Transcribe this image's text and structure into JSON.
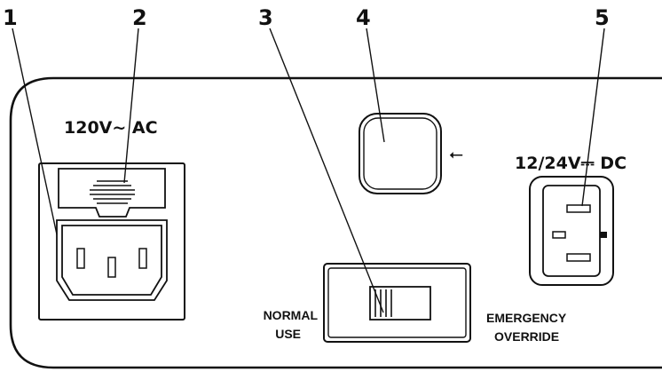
{
  "callouts": {
    "c1": "1",
    "c2": "2",
    "c3": "3",
    "c4": "4",
    "c5": "5"
  },
  "labels": {
    "ac_rating": "120V~ AC",
    "dc_rating": "12/24V⎓ DC",
    "switch_left_line1": "NORMAL",
    "switch_left_line2": "USE",
    "switch_right_line1": "EMERGENCY",
    "switch_right_line2": "OVERRIDE",
    "usb_symbol": "⭠"
  },
  "colors": {
    "line": "#111111",
    "background": "#ffffff"
  },
  "icons": {
    "ac_inlet": "iec-c14-inlet-icon",
    "fuse_drawer": "fuse-holder-icon",
    "usb": "usb-icon",
    "dc_inlet": "dc-power-inlet-icon",
    "mode_switch": "slide-switch-icon"
  }
}
